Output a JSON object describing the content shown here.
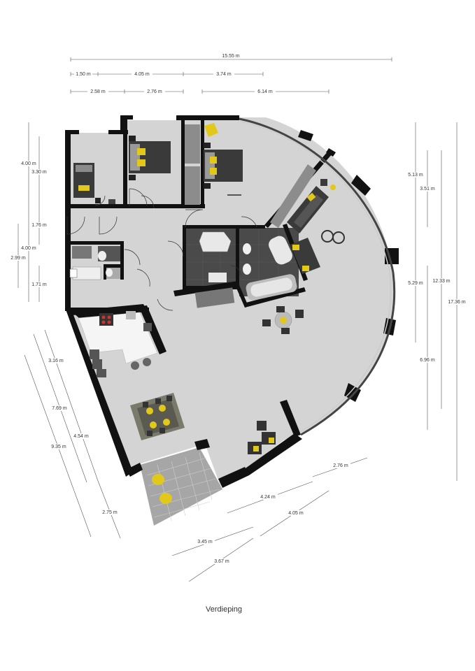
{
  "plan": {
    "caption": "Verdieping",
    "colors": {
      "wall": "#111111",
      "floor": "#d6d6d6",
      "bath_tile": "#4a4a4a",
      "terrace_tile": "#a9a9a9",
      "accent": "#e3c81c",
      "furniture_dark": "#3a3a3a"
    },
    "dimensions": {
      "top": [
        "15.55 m",
        "1.50 m",
        "4.05 m",
        "3.74 m",
        "2.58 m",
        "2.76 m",
        "6.14 m"
      ],
      "left": [
        "4.00 m",
        "3.30 m",
        "1.76 m",
        "4.00 m",
        "2.99 m",
        "1.71 m"
      ],
      "right": [
        "5.13 m",
        "3.51 m",
        "5.29 m",
        "6.96 m",
        "12.33 m",
        "17.36 m"
      ],
      "diag_left": [
        "3.16 m",
        "7.69 m",
        "4.54 m",
        "9.35 m",
        "2.75 m"
      ],
      "bottom": [
        "2.76 m",
        "4.24 m",
        "4.05 m",
        "3.45 m",
        "3.67 m"
      ]
    }
  }
}
